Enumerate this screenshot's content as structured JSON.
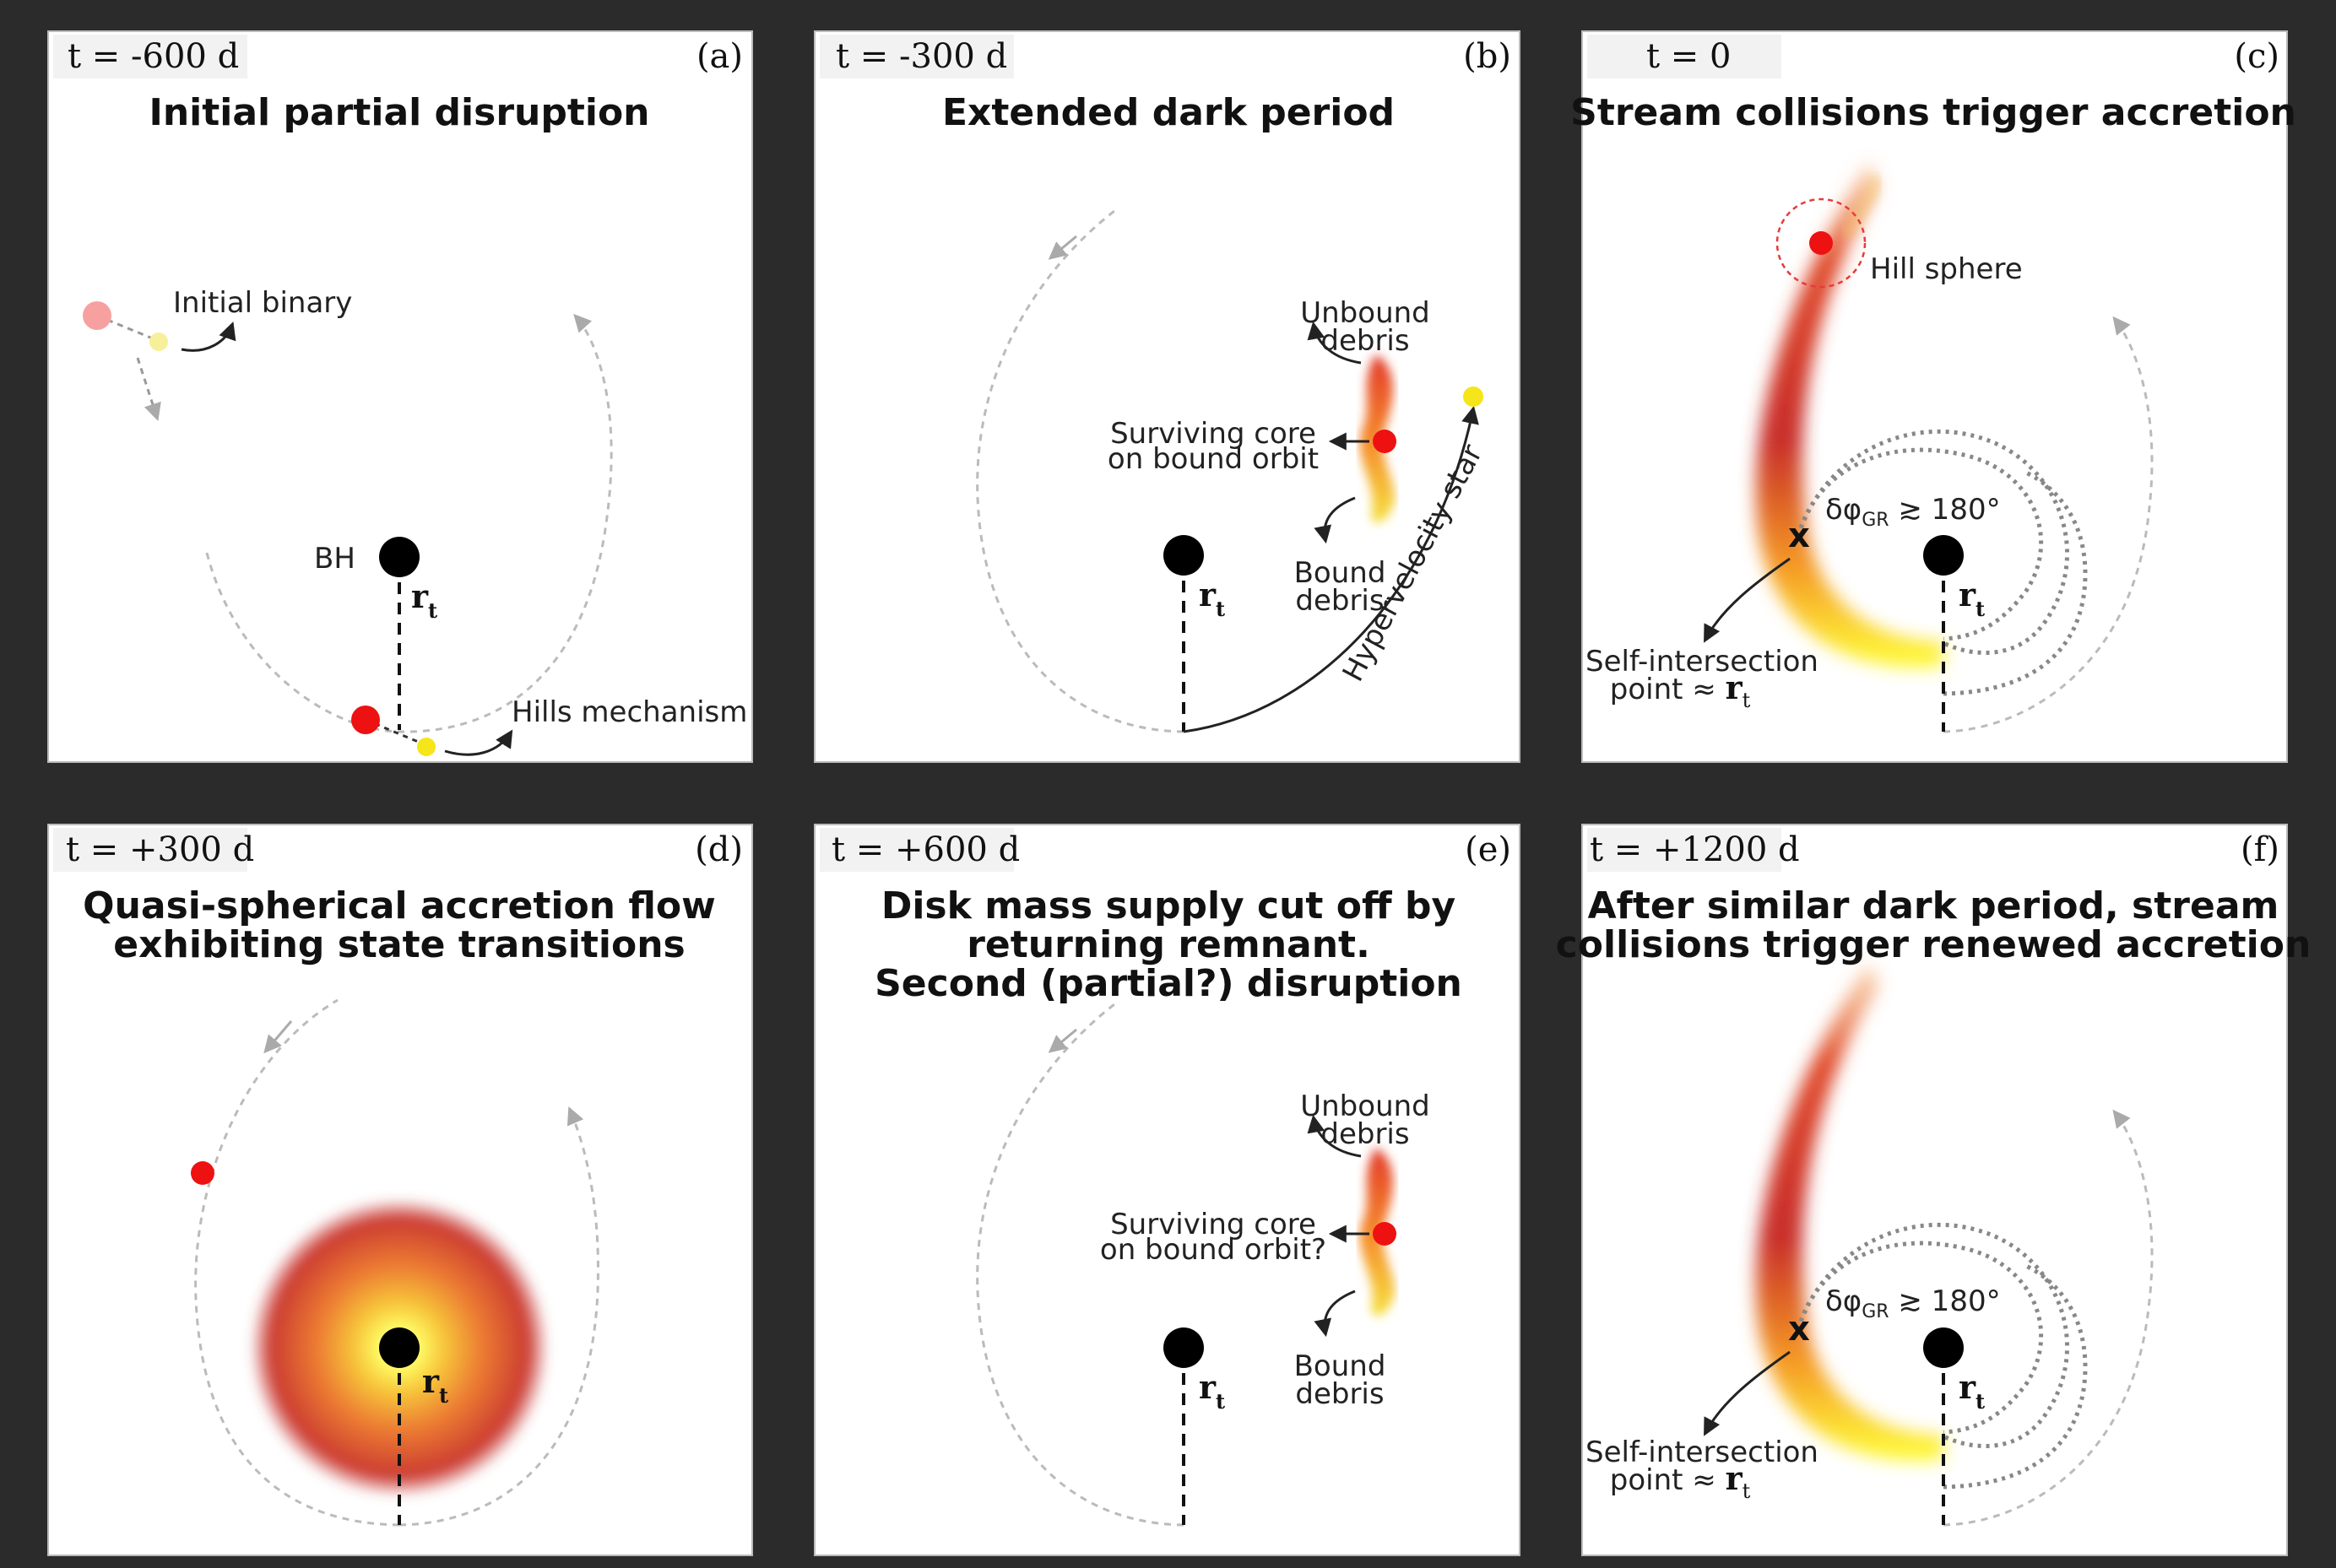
{
  "panels": {
    "a": {
      "time": "t = -600 d",
      "letter": "(a)",
      "title": "Initial partial disruption",
      "initial_binary": "Initial binary",
      "bh": "BH",
      "rt": "r",
      "rt_sub": "t",
      "hills": "Hills mechanism"
    },
    "b": {
      "time": "t = -300 d",
      "letter": "(b)",
      "title": "Extended dark period",
      "unbound_1": "Unbound",
      "unbound_2": "debris",
      "core_1": "Surviving core",
      "core_2": "on bound orbit",
      "bound_1": "Bound",
      "bound_2": "debris",
      "hyper": "Hypervelocity star",
      "rt": "r",
      "rt_sub": "t"
    },
    "c": {
      "time": "t = 0",
      "letter": "(c)",
      "title": "Stream collisions trigger accretion",
      "hill": "Hill sphere",
      "dphi": "δφ",
      "dphi_sub": "GR",
      "dphi_rel": " ≳ 180°",
      "self_1": "Self-intersection",
      "self_2": "point ≈ ",
      "self_r": "r",
      "self_rsub": "t",
      "x_mark": "x",
      "rt": "r",
      "rt_sub": "t"
    },
    "d": {
      "time": "t = +300 d",
      "letter": "(d)",
      "title_1": "Quasi-spherical accretion flow",
      "title_2": "exhibiting state transitions",
      "rt": "r",
      "rt_sub": "t"
    },
    "e": {
      "time": "t = +600 d",
      "letter": "(e)",
      "title_1": "Disk mass supply cut off by",
      "title_2": "returning remnant.",
      "title_3": "Second (partial?) disruption",
      "unbound_1": "Unbound",
      "unbound_2": "debris",
      "core_1": "Surviving core",
      "core_2": "on bound orbit?",
      "bound_1": "Bound",
      "bound_2": "debris",
      "rt": "r",
      "rt_sub": "t"
    },
    "f": {
      "time": "t = +1200 d",
      "letter": "(f)",
      "title_1": "After similar dark period, stream",
      "title_2": "collisions trigger renewed accretion",
      "dphi": "δφ",
      "dphi_sub": "GR",
      "dphi_rel": " ≳ 180°",
      "self_1": "Self-intersection",
      "self_2": "point ≈ ",
      "self_r": "r",
      "self_rsub": "t",
      "x_mark": "x",
      "rt": "r",
      "rt_sub": "t"
    }
  },
  "colors": {
    "panel_bg": "#ffffff",
    "page_bg": "#2b2b2b",
    "star_red": "#ee1111",
    "star_yellow": "#f6e51a",
    "star_pink": "#f7a0a0",
    "bh": "#000000",
    "orbit": "#bdbdbd",
    "stream_dark": "#b3262c",
    "stream_mid": "#f08a2a",
    "stream_bright": "#ffff33"
  }
}
